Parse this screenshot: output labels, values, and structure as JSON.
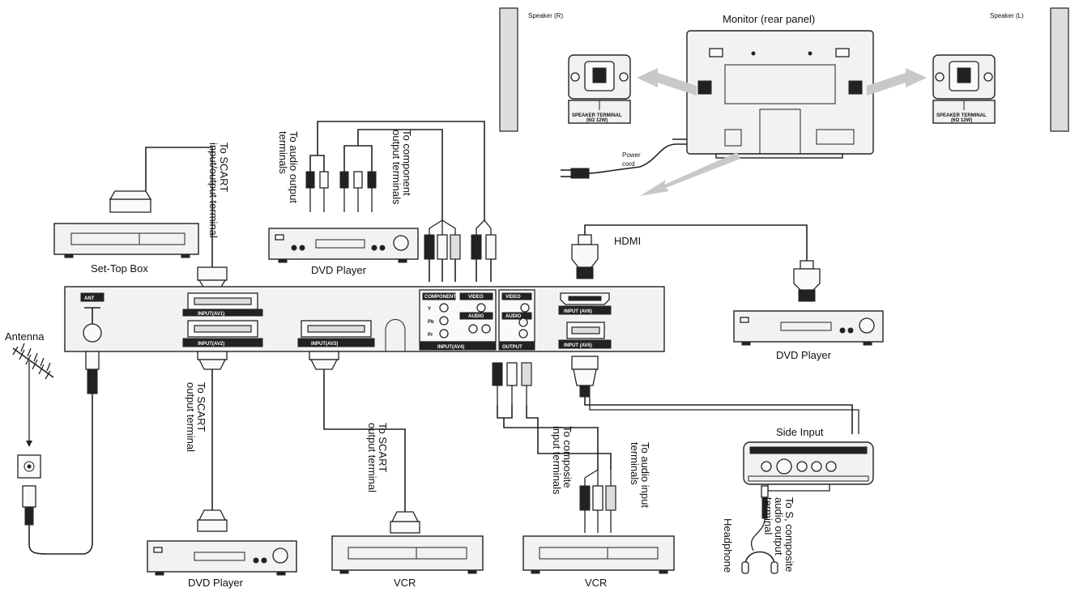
{
  "labels": {
    "speaker_r": "Speaker (R)",
    "speaker_l": "Speaker (L)",
    "monitor": "Monitor (rear panel)",
    "speaker_terminal": "SPEAKER TERMINAL",
    "speaker_terminal_sub": "(6Ω 12W)",
    "power_cord_1": "Power",
    "power_cord_2": "cord",
    "hdmi": "HDMI",
    "set_top_box": "Set-Top Box",
    "dvd_player_top": "DVD Player",
    "dvd_player_right": "DVD Player",
    "dvd_player_bottom": "DVD Player",
    "vcr_1": "VCR",
    "vcr_2": "VCR",
    "antenna": "Antenna",
    "side_input": "Side Input",
    "headphone": "Headphone"
  },
  "rotated_notes": {
    "scart_io_1": "To SCART",
    "scart_io_2": "input/output terminal",
    "audio_out_1": "To audio output",
    "audio_out_2": "terminals",
    "component_out_1": "To component",
    "component_out_2": "output terminals",
    "scart_out_a_1": "To SCART",
    "scart_out_a_2": "output terminal",
    "scart_out_b_1": "To SCART",
    "scart_out_b_2": "output terminal",
    "composite_in_1": "To composite",
    "composite_in_2": "input terminals",
    "audio_in_1": "To audio input",
    "audio_in_2": "terminals",
    "s_composite_1": "To S, composite",
    "s_composite_2": "audio output",
    "s_composite_3": "terminal"
  },
  "panel_ports": {
    "ant": "ANT",
    "av1": "INPUT(AV1)",
    "av2": "INPUT(AV2)",
    "av3": "INPUT(AV3)",
    "av4": "INPUT(AV4)",
    "output": "OUTPUT",
    "av6": "INPUT (AV6)",
    "av5": "INPUT (AV5)",
    "component": "COMPONENT",
    "video": "VIDEO",
    "audio": "AUDIO",
    "pb": "Pb",
    "pr": "Pr",
    "y": "Y"
  }
}
